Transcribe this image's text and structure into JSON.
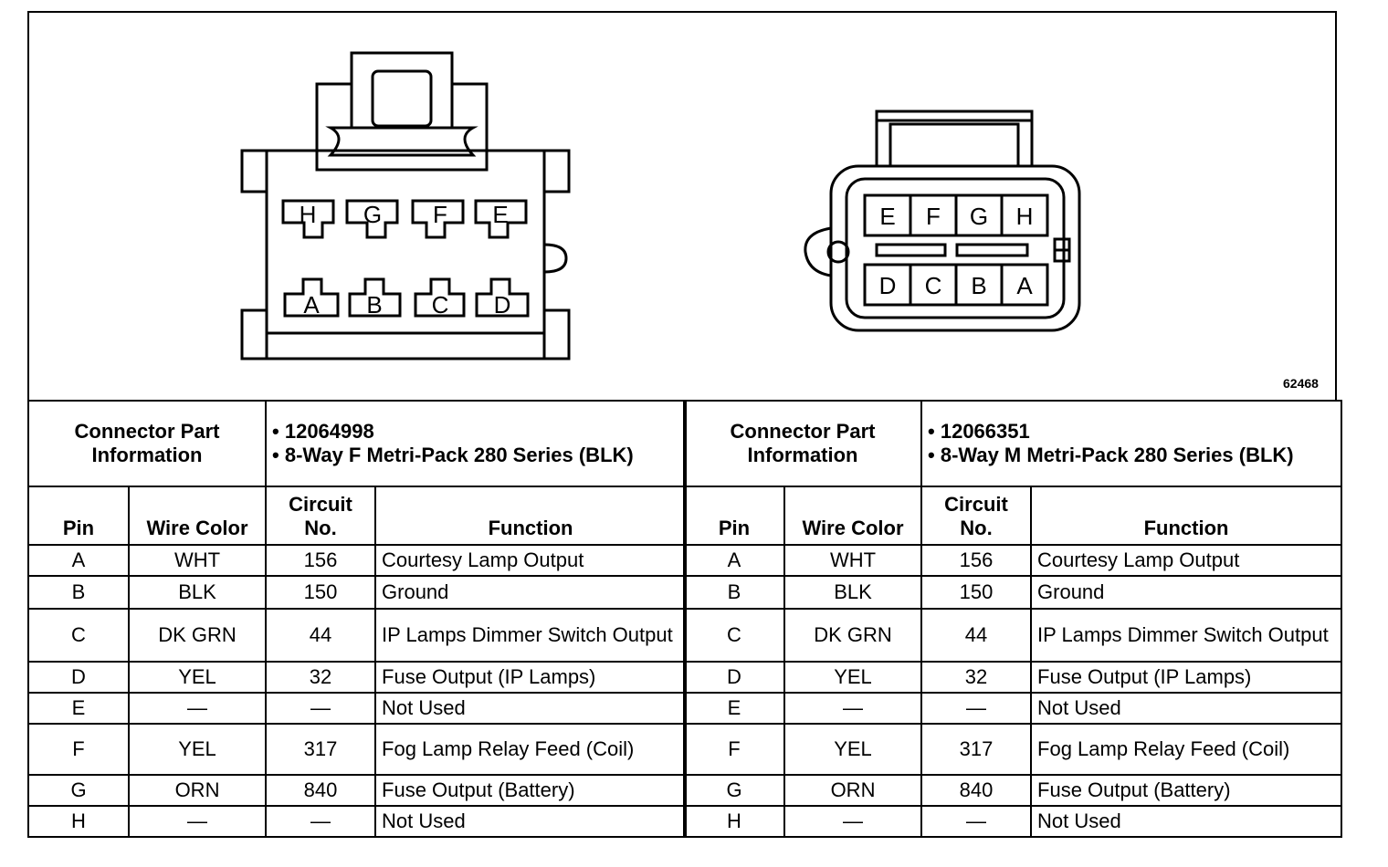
{
  "figure_number": "62468",
  "left_connector": {
    "top_row": [
      "H",
      "G",
      "F",
      "E"
    ],
    "bottom_row": [
      "A",
      "B",
      "C",
      "D"
    ]
  },
  "right_connector": {
    "top_row": [
      "E",
      "F",
      "G",
      "H"
    ],
    "bottom_row": [
      "D",
      "C",
      "B",
      "A"
    ]
  },
  "tables": [
    {
      "info_label": "Connector Part Information",
      "info_lines": [
        "12064998",
        "8-Way F Metri-Pack 280 Series (BLK)"
      ],
      "headers": {
        "pin": "Pin",
        "wire": "Wire Color",
        "circuit": "Circuit No.",
        "function": "Function"
      },
      "rows": [
        {
          "pin": "A",
          "wire": "WHT",
          "circuit": "156",
          "function": "Courtesy Lamp Output"
        },
        {
          "pin": "B",
          "wire": "BLK",
          "circuit": "150",
          "function": "Ground"
        },
        {
          "pin": "C",
          "wire": "DK GRN",
          "circuit": "44",
          "function": "IP Lamps Dimmer Switch Output"
        },
        {
          "pin": "D",
          "wire": "YEL",
          "circuit": "32",
          "function": "Fuse Output (IP Lamps)"
        },
        {
          "pin": "E",
          "wire": "—",
          "circuit": "—",
          "function": "Not Used"
        },
        {
          "pin": "F",
          "wire": "YEL",
          "circuit": "317",
          "function": "Fog Lamp Relay Feed (Coil)"
        },
        {
          "pin": "G",
          "wire": "ORN",
          "circuit": "840",
          "function": "Fuse Output (Battery)"
        },
        {
          "pin": "H",
          "wire": "—",
          "circuit": "—",
          "function": "Not Used"
        }
      ]
    },
    {
      "info_label": "Connector Part Information",
      "info_lines": [
        "12066351",
        "8-Way M Metri-Pack 280 Series (BLK)"
      ],
      "headers": {
        "pin": "Pin",
        "wire": "Wire Color",
        "circuit": "Circuit No.",
        "function": "Function"
      },
      "rows": [
        {
          "pin": "A",
          "wire": "WHT",
          "circuit": "156",
          "function": "Courtesy Lamp Output"
        },
        {
          "pin": "B",
          "wire": "BLK",
          "circuit": "150",
          "function": "Ground"
        },
        {
          "pin": "C",
          "wire": "DK GRN",
          "circuit": "44",
          "function": "IP Lamps Dimmer Switch Output"
        },
        {
          "pin": "D",
          "wire": "YEL",
          "circuit": "32",
          "function": "Fuse Output (IP Lamps)"
        },
        {
          "pin": "E",
          "wire": "—",
          "circuit": "—",
          "function": "Not Used"
        },
        {
          "pin": "F",
          "wire": "YEL",
          "circuit": "317",
          "function": "Fog Lamp Relay Feed (Coil)"
        },
        {
          "pin": "G",
          "wire": "ORN",
          "circuit": "840",
          "function": "Fuse Output (Battery)"
        },
        {
          "pin": "H",
          "wire": "—",
          "circuit": "—",
          "function": "Not Used"
        }
      ]
    }
  ]
}
